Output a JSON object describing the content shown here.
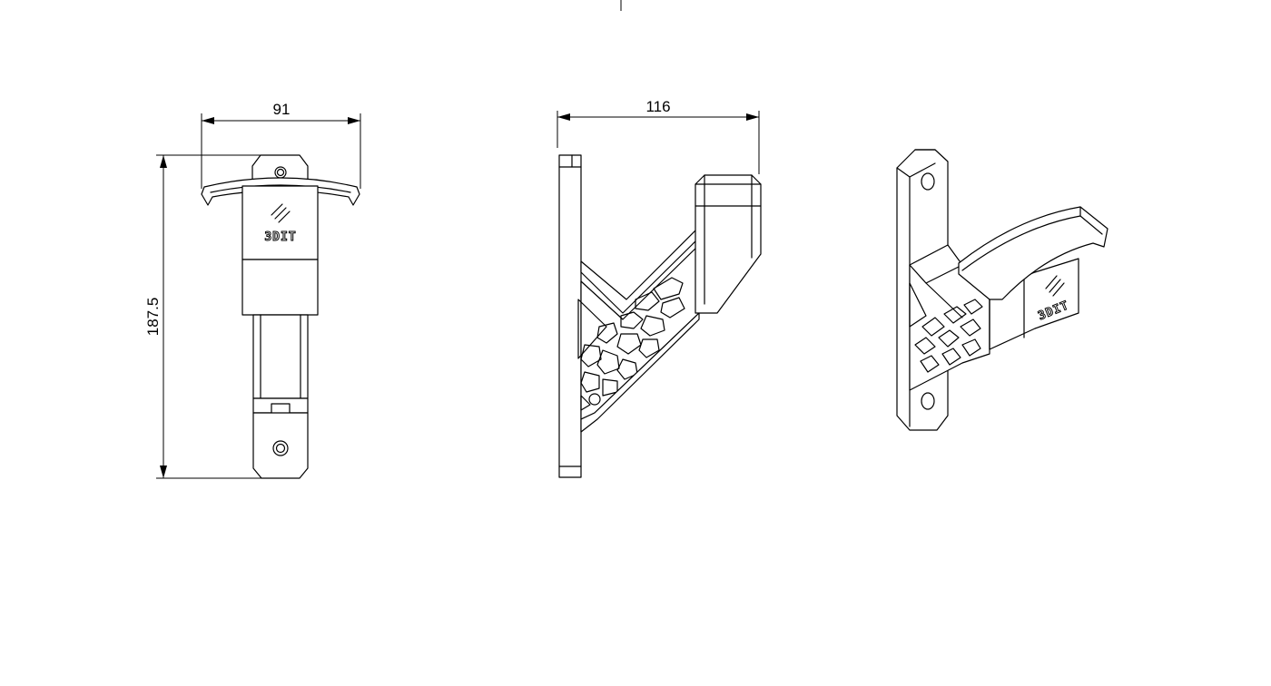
{
  "dimensions": {
    "width_front": "91",
    "height_front": "187.5",
    "width_side": "116"
  },
  "logo_text": "3DIT",
  "colors": {
    "line": "#000000",
    "background": "#ffffff"
  }
}
